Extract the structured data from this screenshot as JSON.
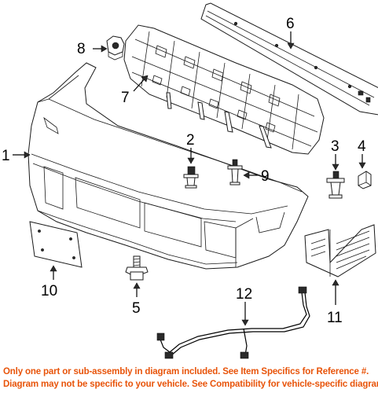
{
  "callouts": [
    {
      "id": 1,
      "label": "1"
    },
    {
      "id": 2,
      "label": "2"
    },
    {
      "id": 3,
      "label": "3"
    },
    {
      "id": 4,
      "label": "4"
    },
    {
      "id": 5,
      "label": "5"
    },
    {
      "id": 6,
      "label": "6"
    },
    {
      "id": 7,
      "label": "7"
    },
    {
      "id": 8,
      "label": "8"
    },
    {
      "id": 9,
      "label": "9"
    },
    {
      "id": 10,
      "label": "10"
    },
    {
      "id": 11,
      "label": "11"
    },
    {
      "id": 12,
      "label": "12"
    }
  ],
  "footer": {
    "line1": "Only one part or sub-assembly in diagram included. See Item Specifics for Reference #.",
    "line2": "Diagram may not be specific to your vehicle. See Compatibility for vehicle-specific diagrams.",
    "color": "#e8540a"
  }
}
